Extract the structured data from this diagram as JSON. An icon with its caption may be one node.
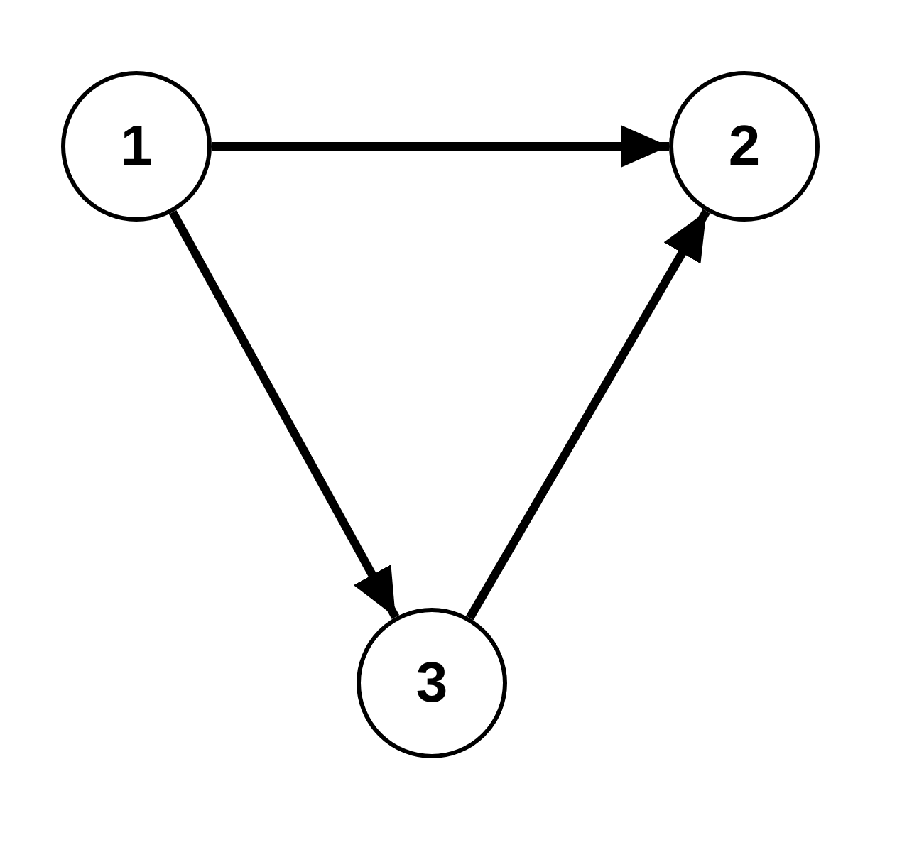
{
  "diagram": {
    "nodes": [
      {
        "text": [
          "1"
        ]
      },
      {
        "text": [
          "2"
        ]
      },
      {
        "text": [
          "3"
        ]
      }
    ],
    "edges": [
      {
        "from": 0,
        "to": 1,
        "arrow": "to"
      },
      {
        "from": 0,
        "to": 2,
        "arrow": "to"
      },
      {
        "from": 2,
        "to": 1,
        "arrow": "to"
      }
    ]
  }
}
